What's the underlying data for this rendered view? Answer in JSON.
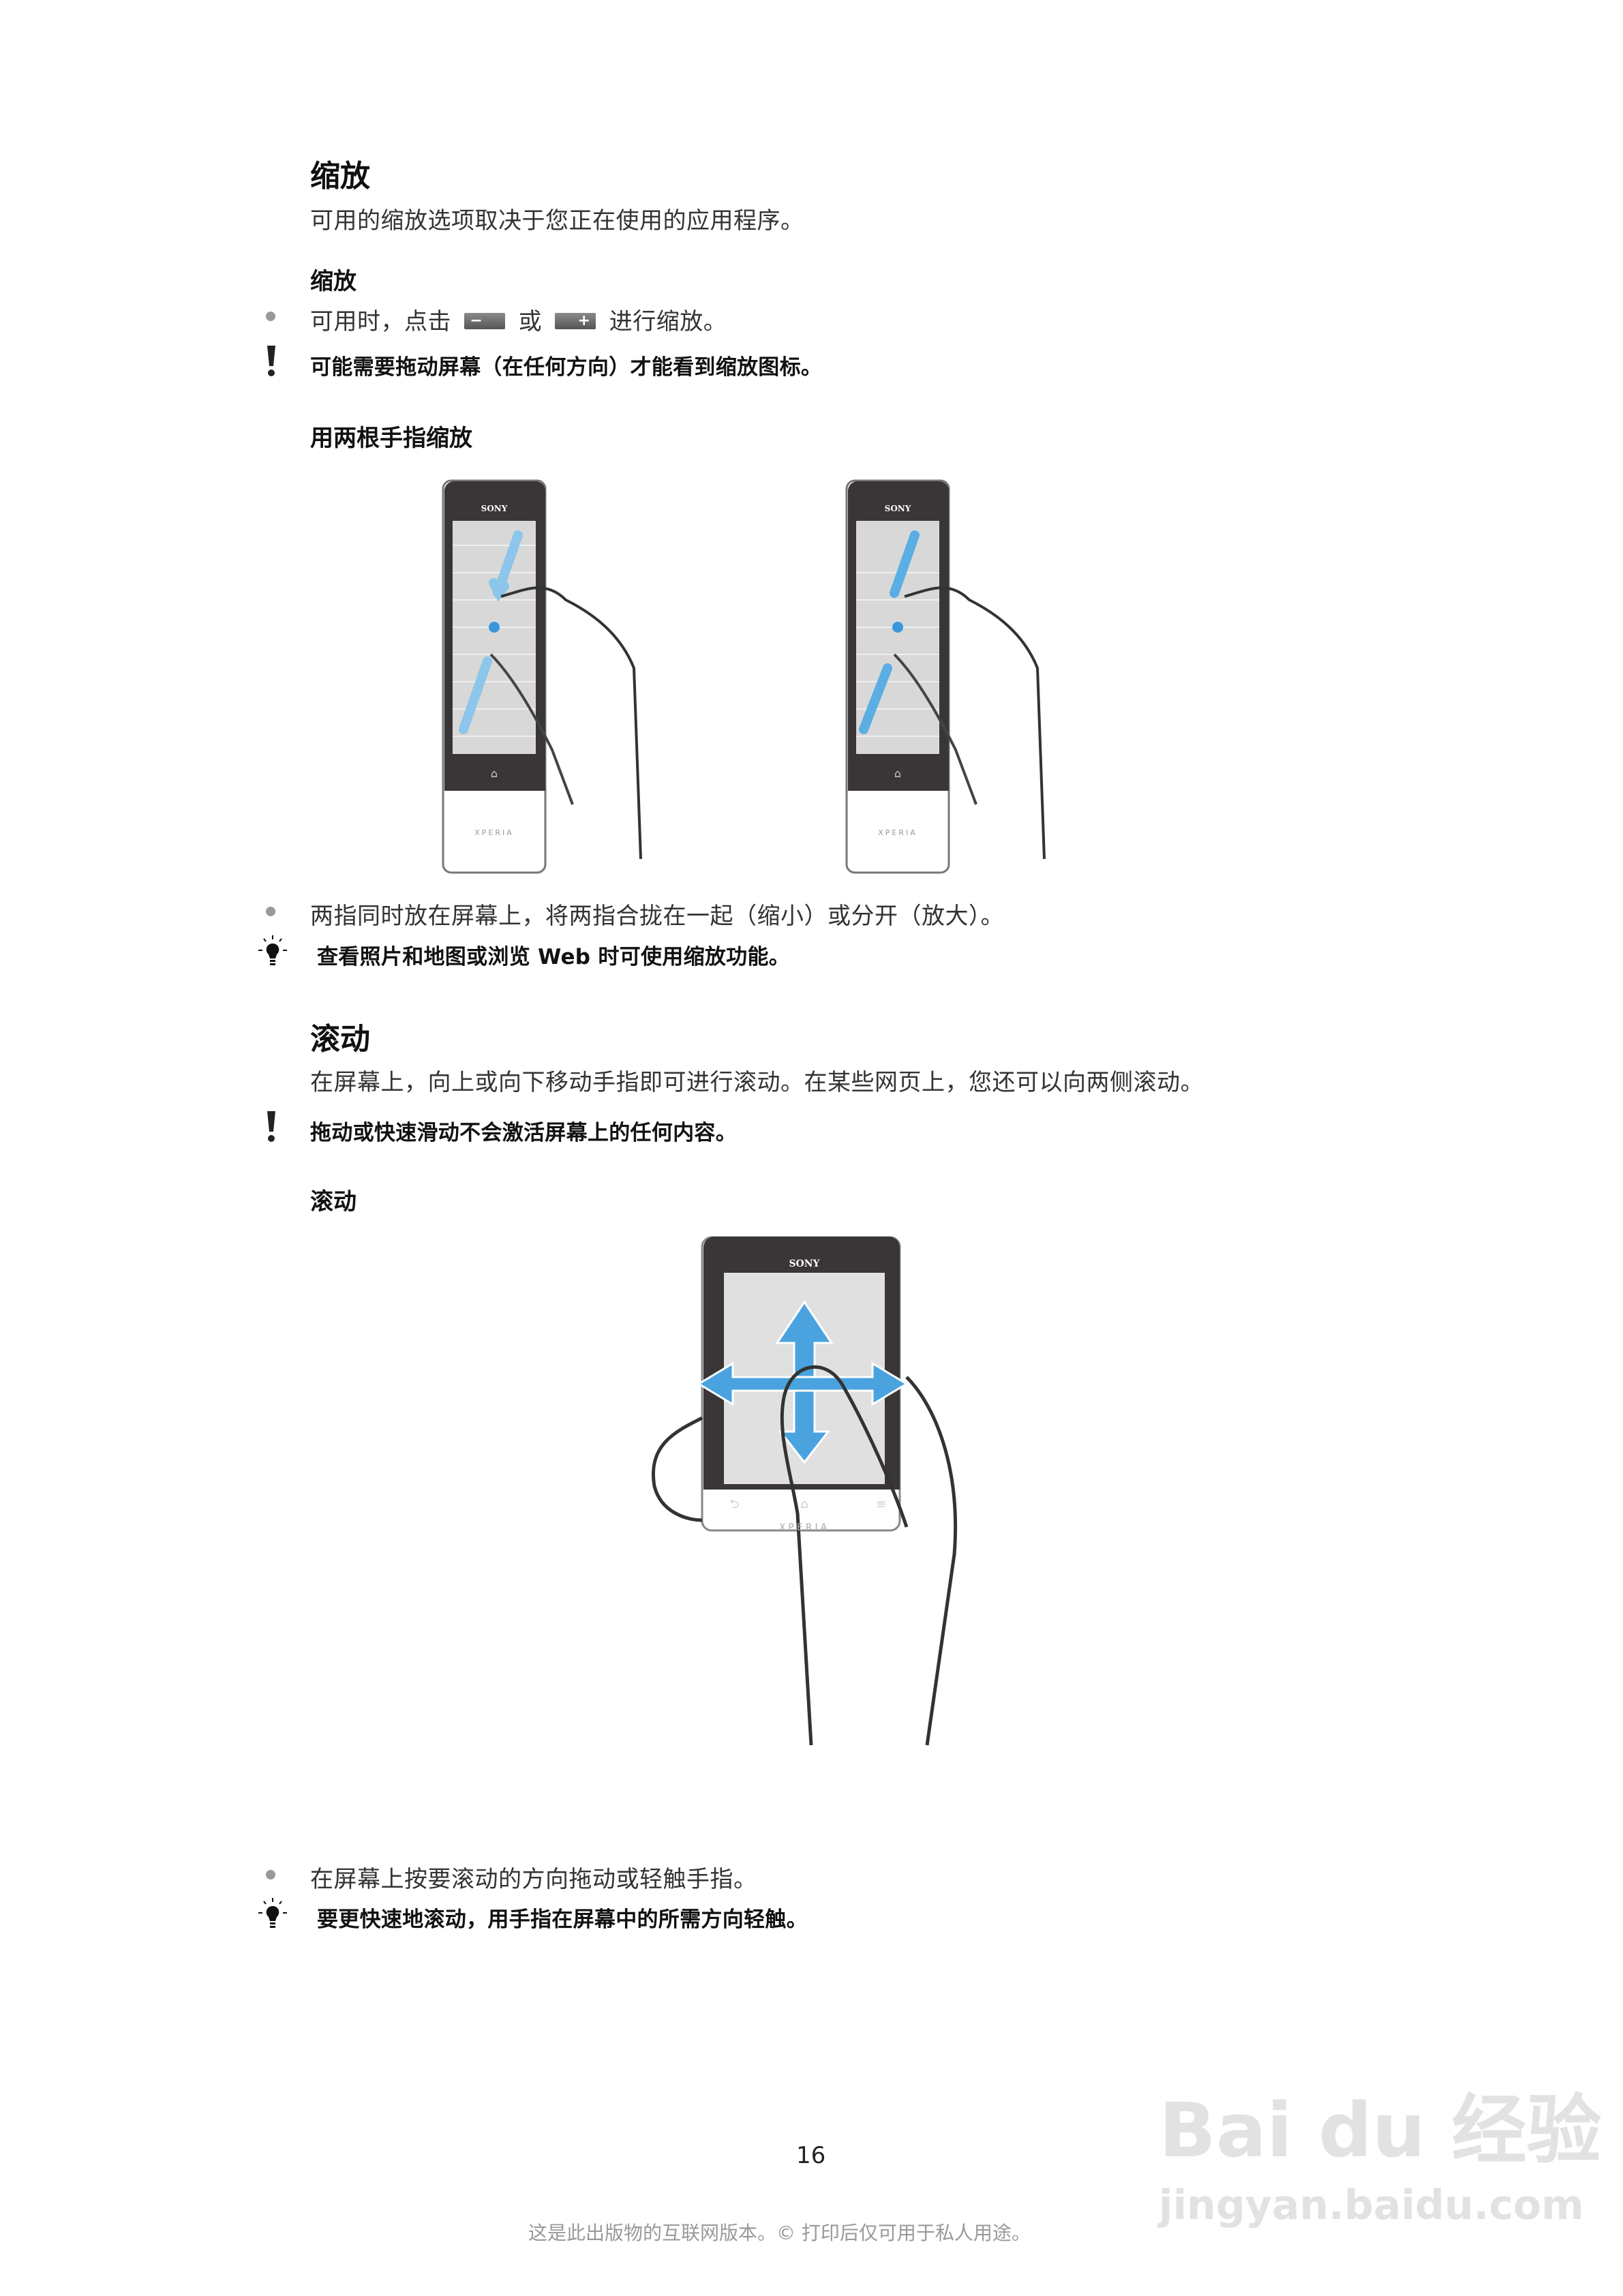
{
  "sections": {
    "zoom": {
      "title": "缩放",
      "intro": "可用的缩放选项取决于您正在使用的应用程序。",
      "sub1": {
        "title": "缩放",
        "bullet_pre": "可用时，点击",
        "bullet_mid": "或",
        "bullet_post": "进行缩放。",
        "minus_icon": "−",
        "plus_icon": "+",
        "warning": "可能需要拖动屏幕（在任何方向）才能看到缩放图标。"
      },
      "sub2": {
        "title": "用两根手指缩放",
        "bullet": "两指同时放在屏幕上，将两指合拢在一起（缩小）或分开（放大）。",
        "tip": "查看照片和地图或浏览 Web 时可使用缩放功能。"
      }
    },
    "scroll": {
      "title": "滚动",
      "intro": "在屏幕上，向上或向下移动手指即可进行滚动。在某些网页上，您还可以向两侧滚动。",
      "warning": "拖动或快速滑动不会激活屏幕上的任何内容。",
      "sub": {
        "title": "滚动",
        "bullet": "在屏幕上按要滚动的方向拖动或轻触手指。",
        "tip": "要更快速地滚动，用手指在屏幕中的所需方向轻触。"
      }
    }
  },
  "phone": {
    "brand": "SONY",
    "model": "XPERIA",
    "nav_back": "⮌",
    "nav_home": "⌂",
    "nav_menu": "≡"
  },
  "colors": {
    "accent_blue": "#4aa3df",
    "phone_body": "#3a3536"
  },
  "footer": {
    "page_number": "16",
    "notice": "这是此出版物的互联网版本。© 打印后仅可用于私人用途。"
  },
  "watermark": {
    "logo": "Bai du 经验",
    "url": "jingyan.baidu.com"
  }
}
